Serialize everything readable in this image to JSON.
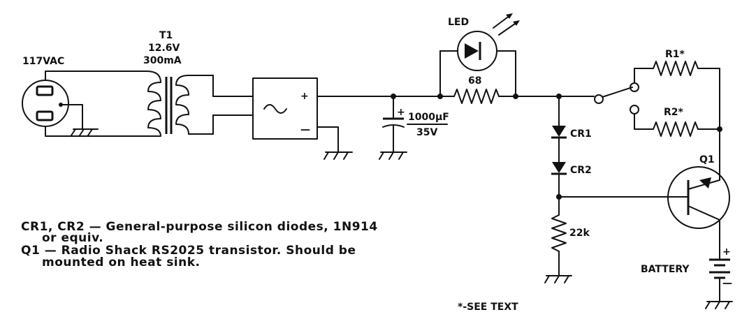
{
  "labels": {
    "ac_input": "117VAC",
    "transformer_name": "T1",
    "transformer_voltage": "12.6V",
    "transformer_current": "300mA",
    "bridge_plus": "+",
    "bridge_minus": "—",
    "cap_plus": "+",
    "cap_value": "1000µF",
    "cap_voltage": "35V",
    "led": "LED",
    "resistor_68": "68",
    "r1": "R1*",
    "r2": "R2*",
    "cr1": "CR1",
    "cr2": "CR2",
    "resistor_22k": "22k",
    "q1": "Q1",
    "battery": "BATTERY",
    "battery_plus": "+",
    "battery_minus": "—"
  },
  "notes": [
    "CR1, CR2 — General-purpose silicon diodes, 1N914",
    "or equiv.",
    "Q1 — Radio Shack RS2025 transistor. Should be",
    "mounted on heat sink."
  ],
  "footnote": "*-SEE TEXT"
}
